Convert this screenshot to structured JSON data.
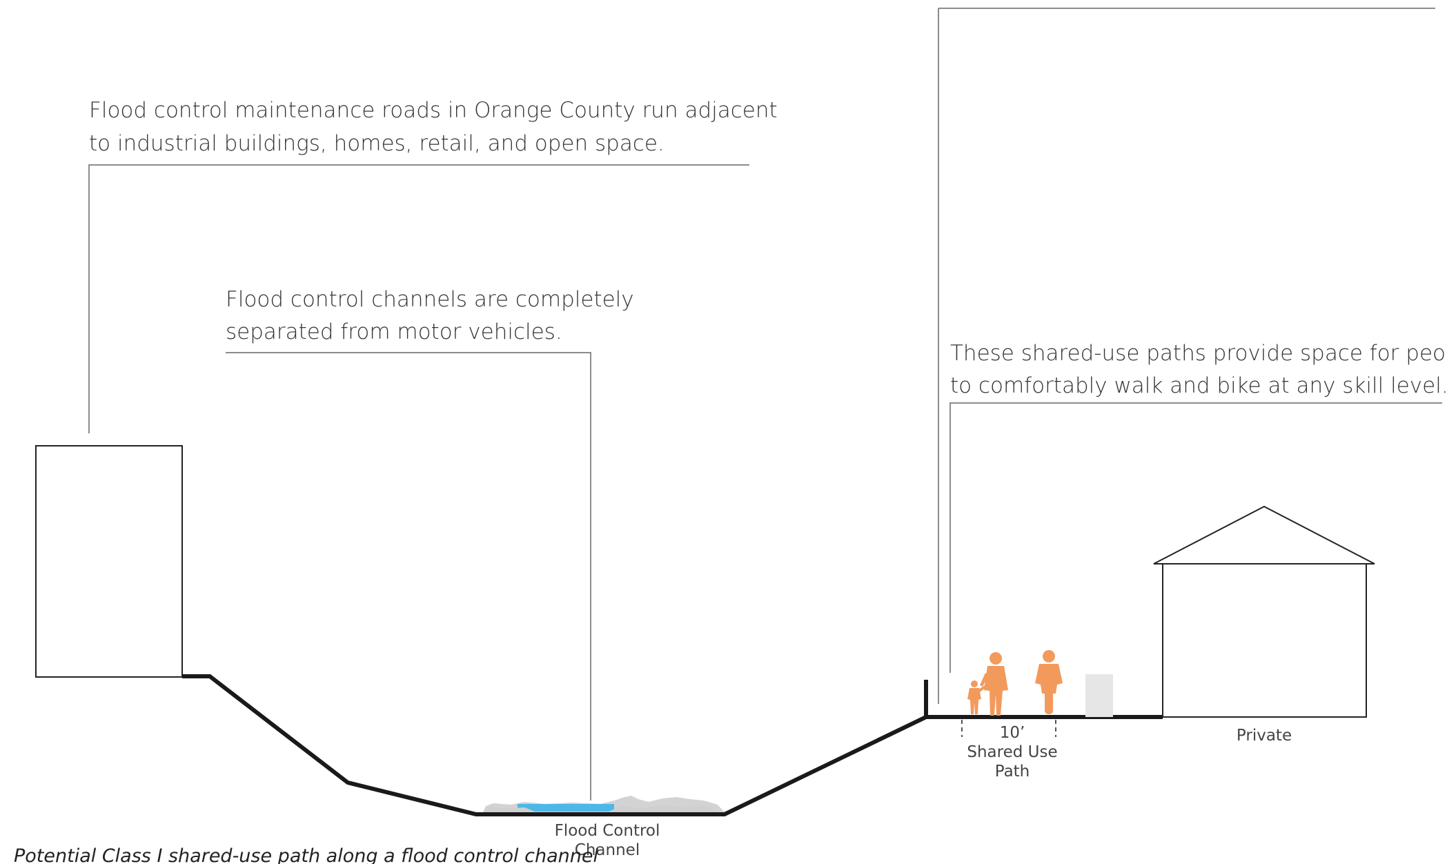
{
  "callouts": {
    "maintenance_roads": {
      "line1": "Flood control maintenance roads in Orange County run adjacent",
      "line2": "to industrial buildings, homes, retail, and open space."
    },
    "channels_separated": {
      "line1": "Flood control channels are completely",
      "line2": "separated from motor vehicles."
    },
    "shared_use_paths": {
      "line1": "These shared-use paths provide space for people",
      "line2": "to comfortably walk and bike at any skill level."
    }
  },
  "labels": {
    "channel_line1": "Flood Control",
    "channel_line2": "Channel",
    "path_width": "10’",
    "path_line1": "Shared Use",
    "path_line2": "Path",
    "private": "Private"
  },
  "caption": "Potential Class I shared-use path along a flood control channel",
  "colors": {
    "people": "#f29a5c",
    "water": "#4db8e8",
    "rocks": "#d3d3d3",
    "ground": "#1a1a1a"
  }
}
